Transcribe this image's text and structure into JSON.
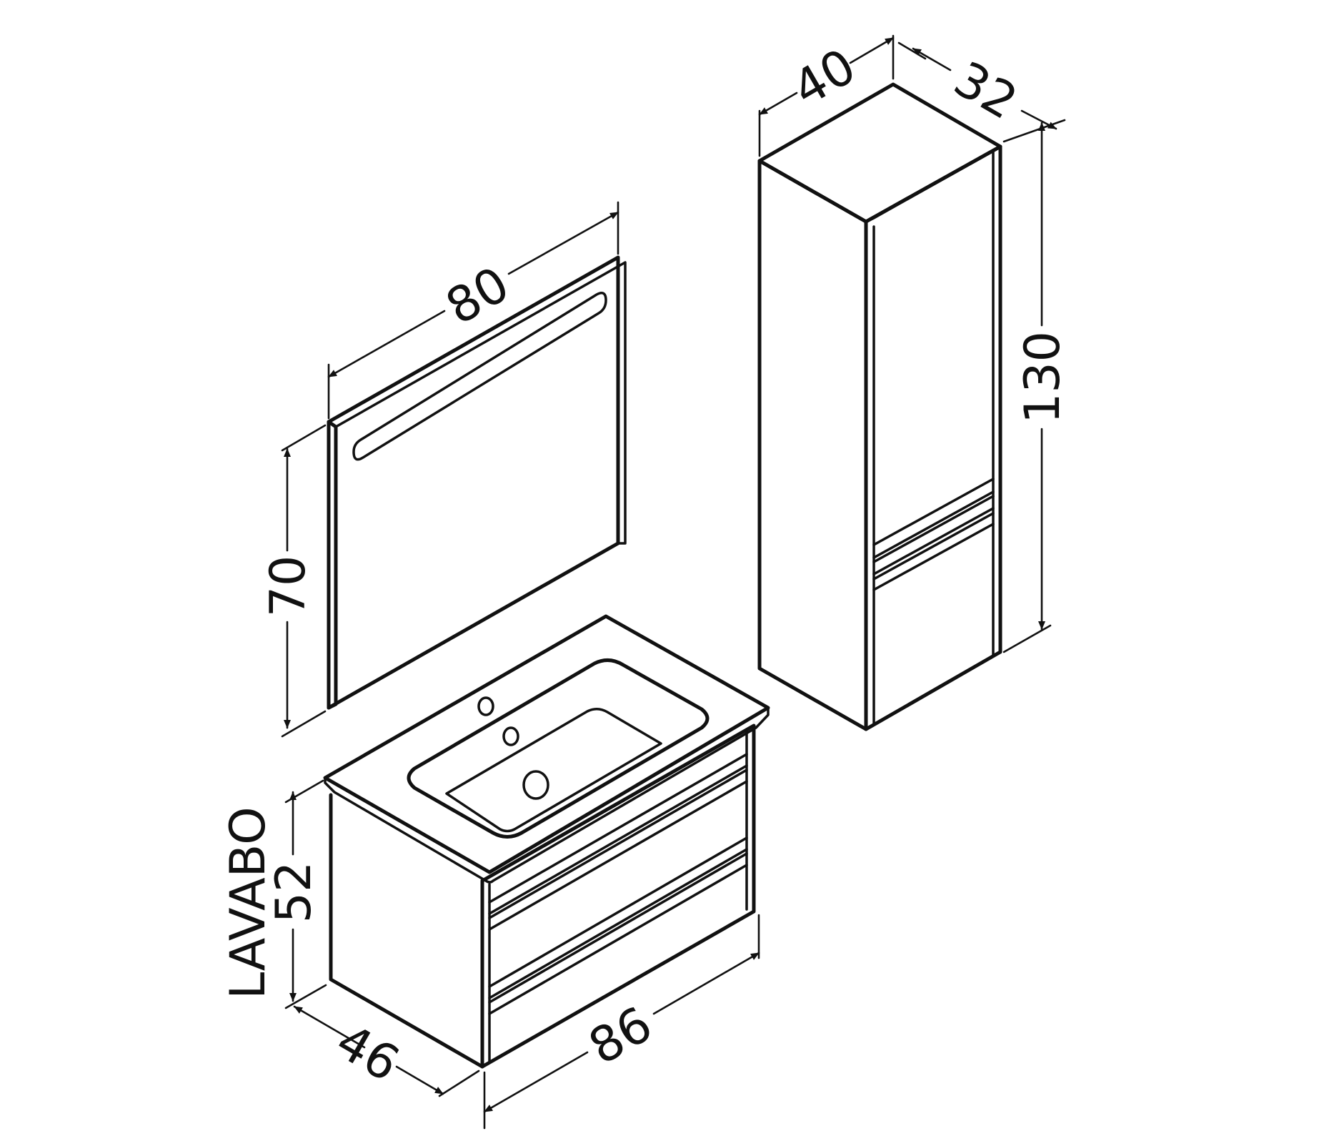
{
  "mirror": {
    "width_label": "80",
    "height_label": "70"
  },
  "tall_cabinet": {
    "width_label": "40",
    "depth_label": "32",
    "height_label": "130"
  },
  "vanity": {
    "name_label": "LAVABO",
    "height_label": "52",
    "depth_label": "46",
    "width_label": "86"
  },
  "colors": {
    "line": "#111111",
    "background": "#ffffff"
  }
}
